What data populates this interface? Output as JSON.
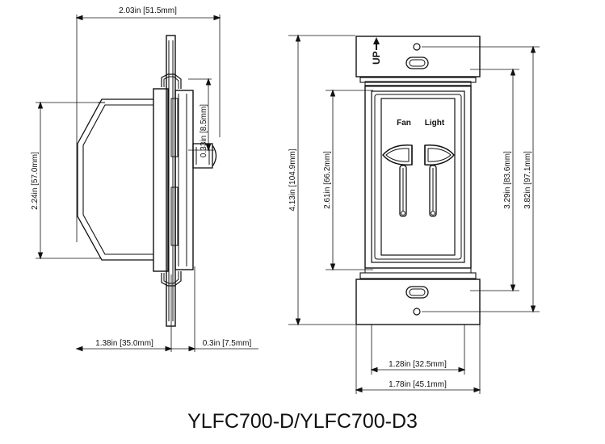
{
  "title": "YLFC700-D/YLFC700-D3",
  "side_view": {
    "width_total": "2.03in [51.5mm]",
    "height": "2.24in [57.0mm]",
    "body_depth": "1.38in [35.0mm]",
    "toggle_depth": "0.3in [7.5mm]",
    "toggle_height": "0.33in [8.5mm]"
  },
  "front_view": {
    "up_label": "UP",
    "fan_label": "Fan",
    "light_label": "Light",
    "overall_height": "4.13in [104.9mm]",
    "face_height": "2.61in [66.2mm]",
    "plate_height": "3.29in [83.6mm]",
    "frame_height": "3.82in [97.1mm]",
    "face_width": "1.28in [32.5mm]",
    "overall_width": "1.78in [45.1mm]"
  }
}
